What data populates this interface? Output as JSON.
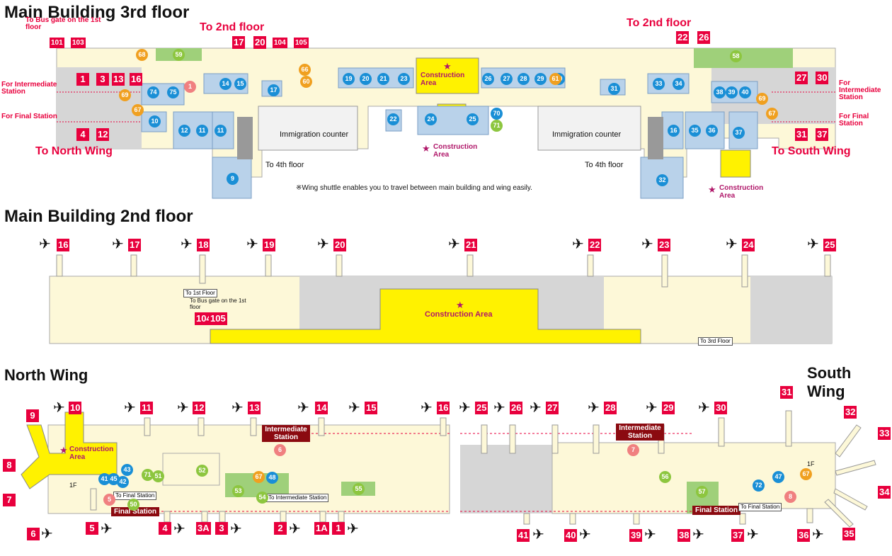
{
  "titles": {
    "f3": "Main Building 3rd floor",
    "f2": "Main Building 2nd floor",
    "north": "North Wing",
    "south": "South Wing"
  },
  "f3": {
    "bus_gate": "To Bus gate on the 1st floor",
    "to2nd_a": "To 2nd floor",
    "to2nd_b": "To 2nd floor",
    "for_intermediate": "For Intermediate Station",
    "for_final": "For Final Station",
    "to_north": "To North Wing",
    "to_south": "To South Wing",
    "immigration": "Immigration counter",
    "construction": "Construction Area",
    "to4th": "To 4th floor",
    "note": "※Wing shuttle enables you to travel between main building and wing easily.",
    "ranges": {
      "r1": "101",
      "r1b": "103",
      "r2a": "17",
      "r2b": "20",
      "r2c": "104",
      "r2d": "105",
      "r3a": "22",
      "r3b": "26",
      "l1": "1",
      "l2": "3",
      "l3": "13",
      "l4": "16",
      "l5": "4",
      "l6": "12",
      "rr1": "27",
      "rr2": "30",
      "rr3": "31",
      "rr4": "37"
    },
    "shops": [
      "14",
      "15",
      "17",
      "19",
      "20",
      "21",
      "23",
      "26",
      "27",
      "28",
      "29",
      "30",
      "31",
      "33",
      "34",
      "38",
      "39",
      "40",
      "74",
      "75",
      "10",
      "12",
      "11",
      "11",
      "9",
      "22",
      "24",
      "25",
      "70",
      "16",
      "35",
      "36",
      "37",
      "32"
    ],
    "orange": [
      "68",
      "66",
      "60",
      "61",
      "69",
      "67",
      "69",
      "67"
    ],
    "green": [
      "59",
      "58",
      "71"
    ],
    "pink": [
      "1"
    ]
  },
  "f2": {
    "gates": [
      "16",
      "17",
      "18",
      "19",
      "20",
      "21",
      "22",
      "23",
      "24",
      "25"
    ],
    "construction": "Construction Area",
    "to1st": "To 1st Floor",
    "busgate": "To Bus gate on the 1st floor",
    "g104": "104",
    "g105": "105",
    "to3rd": "To 3rd Floor"
  },
  "north": {
    "gates_top": [
      "10",
      "11",
      "12",
      "13",
      "14",
      "15",
      "16"
    ],
    "gates_bottom": [
      "6",
      "5",
      "4",
      "3A",
      "3",
      "2",
      "1A",
      "1"
    ],
    "gates_left": [
      "9",
      "8",
      "7"
    ],
    "construction": "Construction Area",
    "intermediate": "Intermediate Station",
    "final": "Final Station",
    "to_final": "To Final Station",
    "to_inter": "To Intermediate Station",
    "shops": [
      "43",
      "41",
      "45",
      "42",
      "48",
      "71",
      "51",
      "52",
      "50",
      "53",
      "54",
      "55",
      "67",
      "5",
      "6"
    ],
    "floor1": "1F"
  },
  "south": {
    "gates_top": [
      "25",
      "26",
      "27",
      "28",
      "29",
      "30",
      "31",
      "32",
      "33",
      "34"
    ],
    "gates_bottom": [
      "41",
      "40",
      "39",
      "38",
      "37",
      "36",
      "35"
    ],
    "intermediate": "Intermediate Station",
    "final": "Final Station",
    "to_final": "To Final Station",
    "shops": [
      "7",
      "56",
      "57",
      "72",
      "47",
      "67",
      "8"
    ],
    "floor1": "1F"
  },
  "colors": {
    "accent": "#e8003d",
    "area_cream": "#fdf8d8",
    "area_grey": "#d6d6d6",
    "area_blue": "#b9d2ea",
    "construction": "#fff200",
    "green": "#9fd07a"
  }
}
